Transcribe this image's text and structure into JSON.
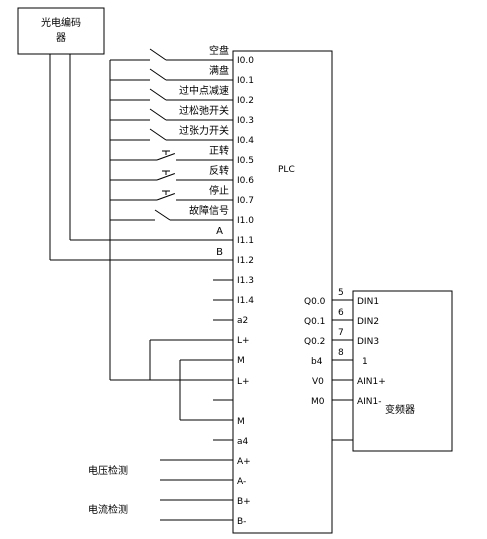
{
  "encoder": {
    "line1": "光电编码",
    "line2": "器"
  },
  "plc": {
    "title": "PLC"
  },
  "vfd": {
    "title": "变频器"
  },
  "inputs": [
    {
      "label": "空盘",
      "terminal": "I0.0"
    },
    {
      "label": "满盘",
      "terminal": "I0.1"
    },
    {
      "label": "过中点减速",
      "terminal": "I0.2"
    },
    {
      "label": "过松弛开关",
      "terminal": "I0.3"
    },
    {
      "label": "过张力开关",
      "terminal": "I0.4"
    },
    {
      "label": "正转",
      "terminal": "I0.5"
    },
    {
      "label": "反转",
      "terminal": "I0.6"
    },
    {
      "label": "停止",
      "terminal": "I0.7"
    },
    {
      "label": "故障信号",
      "terminal": "I1.0"
    },
    {
      "label": "A",
      "terminal": "I1.1"
    },
    {
      "label": "B",
      "terminal": "I1.2"
    },
    {
      "label": "",
      "terminal": "I1.3"
    },
    {
      "label": "",
      "terminal": "I1.4"
    },
    {
      "label": "",
      "terminal": "a2"
    },
    {
      "label": "",
      "terminal": "L+"
    },
    {
      "label": "",
      "terminal": "M"
    }
  ],
  "analog_terminals": [
    "L+",
    "",
    "M",
    "a4",
    "A+",
    "A-",
    "B+",
    "B-"
  ],
  "analog_labels": {
    "voltage": "电压检测",
    "current": "电流检测"
  },
  "outputs": [
    {
      "plc": "Q0.0",
      "wire": "5",
      "vfd": "DIN1"
    },
    {
      "plc": "Q0.1",
      "wire": "6",
      "vfd": "DIN2"
    },
    {
      "plc": "Q0.2",
      "wire": "7",
      "vfd": "DIN3"
    },
    {
      "plc": "b4",
      "wire": "8",
      "vfd": "1"
    }
  ],
  "analog_out": [
    {
      "plc": "V0",
      "vfd": "AIN1+"
    },
    {
      "plc": "M0",
      "vfd": "AIN1-"
    }
  ]
}
